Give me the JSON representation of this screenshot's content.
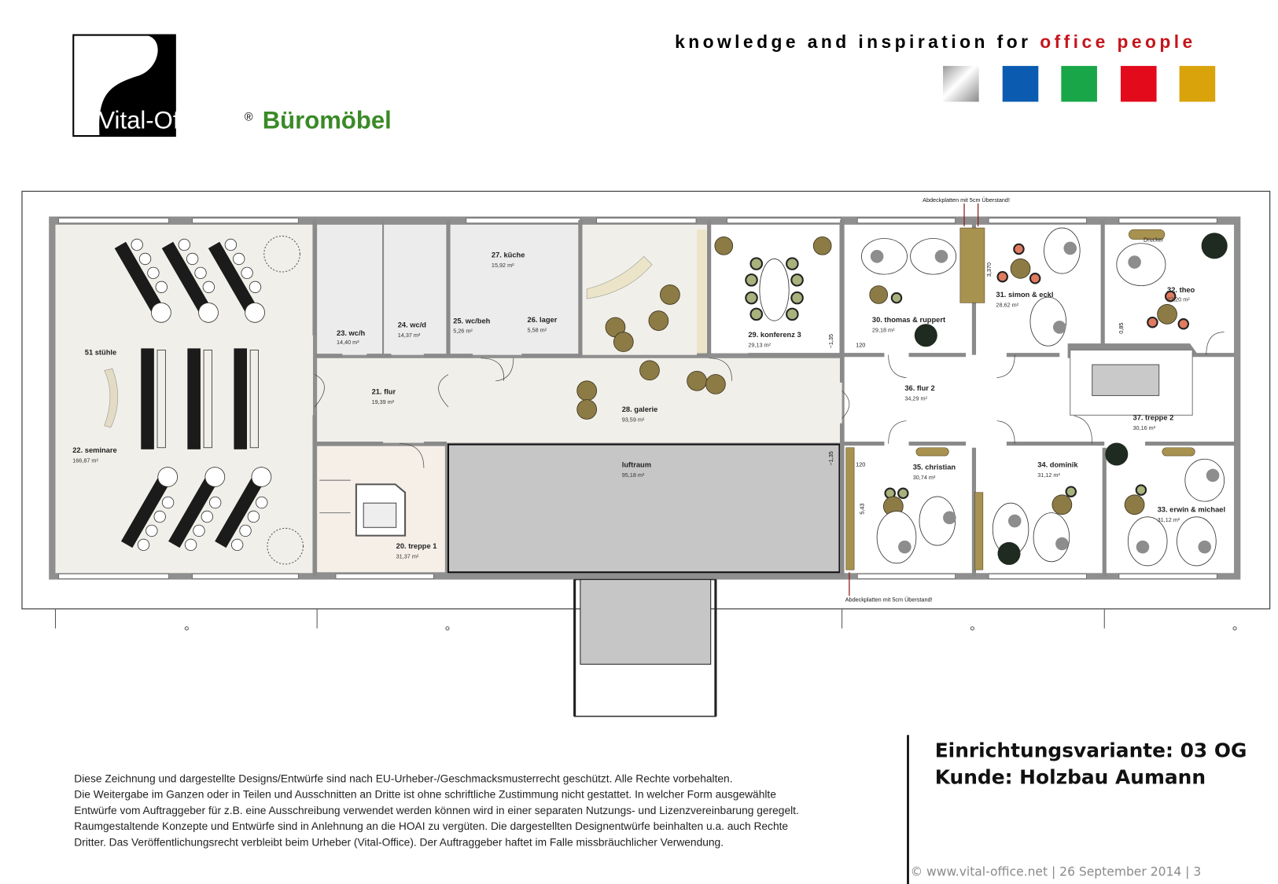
{
  "header": {
    "logo_text": "Vital-Office",
    "logo_reg": "®",
    "logo_suffix": "Büromöbel",
    "tagline_main": "knowledge and inspiration for ",
    "tagline_accent": "office people",
    "swatch_colors": [
      "#c9c9c9",
      "#0b5cb0",
      "#19a648",
      "#e30a1c",
      "#d9a30c"
    ],
    "accent_color": "#c4161c",
    "brand_green": "#3a8a27"
  },
  "plan": {
    "rooms": [
      {
        "label": "22. seminare",
        "area": "166,87 m²"
      },
      {
        "label": "23. wc/h",
        "area": "14,40 m²"
      },
      {
        "label": "24. wc/d",
        "area": "14,37 m²"
      },
      {
        "label": "25. wc/beh",
        "area": "5,26 m²"
      },
      {
        "label": "27. küche",
        "area": "15,92 m²"
      },
      {
        "label": "26. lager",
        "area": "5,58 m²"
      },
      {
        "label": "21. flur",
        "area": "19,39 m²"
      },
      {
        "label": "28. galerie",
        "area": "93,59 m²"
      },
      {
        "label": "luftraum",
        "area": "95,18 m²"
      },
      {
        "label": "20. treppe 1",
        "area": "31,37 m²"
      },
      {
        "label": "29. konferenz 3",
        "area": "29,13 m²"
      },
      {
        "label": "30. thomas & ruppert",
        "area": "29,18 m²"
      },
      {
        "label": "31. simon & eckl",
        "area": "28,62 m²"
      },
      {
        "label": "32. theo",
        "area": "27,20 m²"
      },
      {
        "label": "36. flur 2",
        "area": "34,29 m²"
      },
      {
        "label": "37. treppe 2",
        "area": "30,16 m²"
      },
      {
        "label": "35. christian",
        "area": "30,74 m²"
      },
      {
        "label": "34. dominik",
        "area": "31,12 m²"
      },
      {
        "label": "33. erwin & michael",
        "area": "31,12 m²"
      }
    ],
    "chairs_note": "51 stühle",
    "printer_label": "Drucker",
    "cover_note_top": "Abdeckplatten mit 5cm Überstand!",
    "cover_note_bottom": "Abdeckplatten mit 5cm Überstand!",
    "dimensions": [
      "3,370",
      "~1,35",
      "~1,35",
      "5,43",
      "0,85",
      "120",
      "120"
    ]
  },
  "info": {
    "variant": "Einrichtungsvariante: 03  OG",
    "client": "Kunde: Holzbau Aumann",
    "disclaimer": [
      "Diese Zeichnung und dargestellte Designs/Entwürfe sind nach EU-Urheber-/Geschmacksmusterrecht geschützt. Alle Rechte vorbehalten.",
      "Die Weitergabe im Ganzen oder in Teilen und Ausschnitten an Dritte ist ohne schriftliche Zustimmung nicht gestattet. In welcher Form ausgewählte",
      "Entwürfe vom Auftraggeber für z.B. eine Ausschreibung verwendet werden können wird in einer separaten Nutzungs- und Lizenzvereinbarung geregelt.",
      "Raumgestaltende Konzepte und Entwürfe sind in Anlehnung an die HOAI zu vergüten. Die dargestellten Designentwürfe beinhalten u.a. auch Rechte",
      "Dritter. Das Veröffentlichungsrecht verbleibt beim Urheber (Vital-Office). Der Auftraggeber haftet im Falle missbräuchlicher Verwendung."
    ],
    "footer": "©  www.vital-office.net   |  26 September 2014   |   3"
  }
}
